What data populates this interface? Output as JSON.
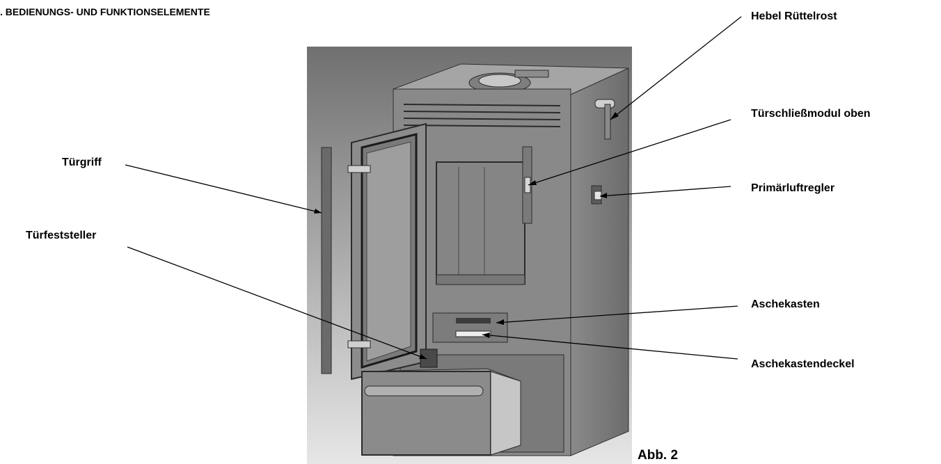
{
  "section_heading": ". BEDIENUNGS- UND FUNKTIONSELEMENTE",
  "labels": {
    "hebel_ruettelrost": "Hebel Rüttelrost",
    "tuerschliessmodul_oben": "Türschließmodul oben",
    "primaerluftregler": "Primärluftregler",
    "aschekasten": "Aschekasten",
    "aschekastendeckel": "Aschekastendeckel",
    "tuergriff": "Türgriff",
    "tuerfeststeller": "Türfeststeller"
  },
  "caption": "Abb. 2"
}
